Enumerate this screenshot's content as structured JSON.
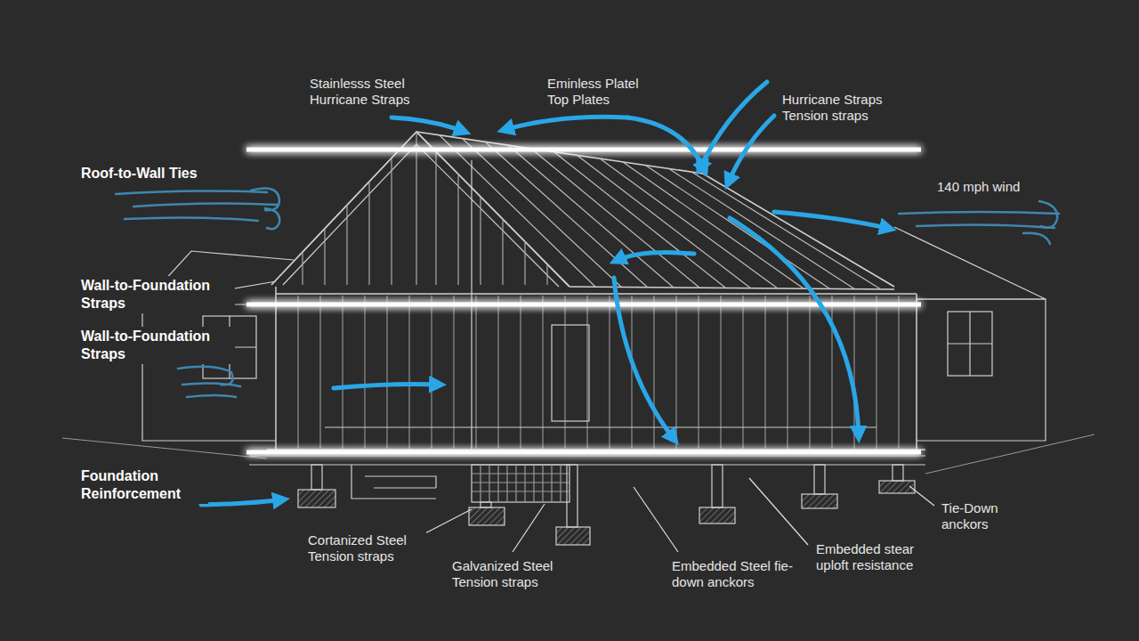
{
  "diagram": {
    "labels": [
      "Stainlesss Steel Hurricane Straps",
      "Eminless Platel Top Plates",
      "Hurricane Straps Tension straps",
      "Roof-to-Wall Ties",
      "140 mph wind",
      "Wall-to-Foundation Straps",
      "Wall-to-Foundation Straps",
      "Foundation Reinforcement",
      "Cortanized Steel Tension straps",
      "Galvanized Steel Tension straps",
      "Embedded Steel fie-down anckors",
      "Embedded stear uploft resistance",
      "Tie-Down anckors"
    ]
  }
}
